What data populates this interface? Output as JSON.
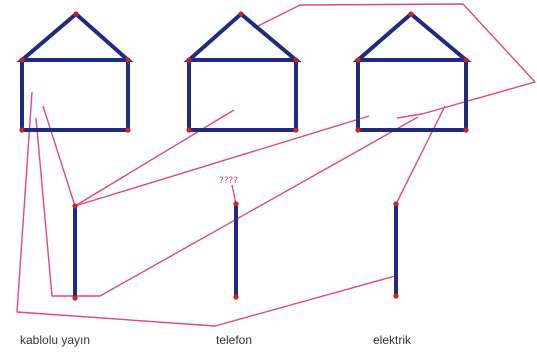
{
  "diagram": {
    "houses": [
      {
        "name": "house-1"
      },
      {
        "name": "house-2"
      },
      {
        "name": "house-3"
      }
    ],
    "poles": [
      {
        "name": "pole-kablolu-yayin",
        "label": "kablolu yayın"
      },
      {
        "name": "pole-telefon",
        "label": "telefon"
      },
      {
        "name": "pole-elektrik",
        "label": "elektrik"
      }
    ],
    "question_mark_text": "????",
    "colors": {
      "structure": "#1f2a80",
      "vertex": "#cc2222",
      "wire": "#e0478a",
      "background": "#ffffff"
    }
  }
}
